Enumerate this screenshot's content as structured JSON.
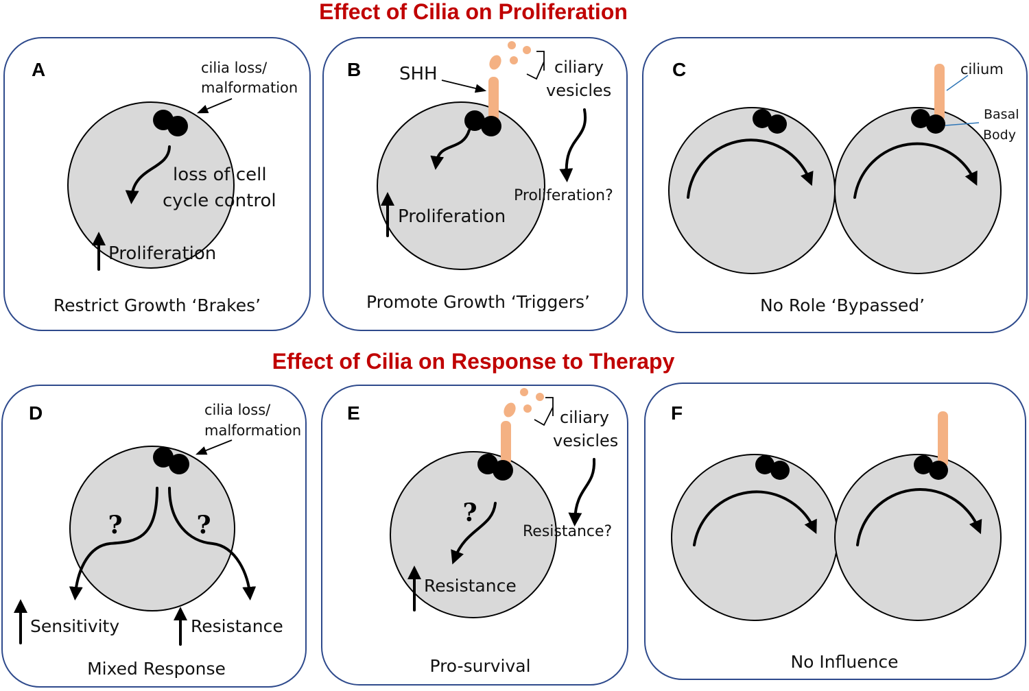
{
  "colors": {
    "title": "#c00000",
    "panel_border": "#2e4a8c",
    "cell_fill": "#d9d9d9",
    "cilium": "#f4b183",
    "basal_body": "#000000"
  },
  "titles": {
    "proliferation": "Effect of Cilia on Proliferation",
    "therapy": "Effect of Cilia on Response to Therapy"
  },
  "panels": {
    "A": {
      "letter": "A",
      "annotation": [
        "cilia loss/",
        "malformation"
      ],
      "inner": [
        "loss of cell",
        "cycle control"
      ],
      "arrow_label": "Proliferation",
      "caption": "Restrict Growth ‘Brakes’"
    },
    "B": {
      "letter": "B",
      "ligand": "SHH",
      "vesicles": [
        "ciliary",
        "vesicles"
      ],
      "question": "Proliferation?",
      "arrow_label": "Proliferation",
      "caption": "Promote Growth ‘Triggers’"
    },
    "C": {
      "letter": "C",
      "cilium_label": "cilium",
      "basal_label": [
        "Basal",
        "Body"
      ],
      "caption": "No Role ‘Bypassed’"
    },
    "D": {
      "letter": "D",
      "annotation": [
        "cilia loss/",
        "malformation"
      ],
      "q_left": "?",
      "q_right": "?",
      "left_label": "Sensitivity",
      "right_label": "Resistance",
      "caption": "Mixed Response"
    },
    "E": {
      "letter": "E",
      "vesicles": [
        "ciliary",
        "vesicles"
      ],
      "q": "?",
      "question": "Resistance?",
      "arrow_label": "Resistance",
      "caption": "Pro-survival"
    },
    "F": {
      "letter": "F",
      "caption": "No Influence"
    }
  }
}
